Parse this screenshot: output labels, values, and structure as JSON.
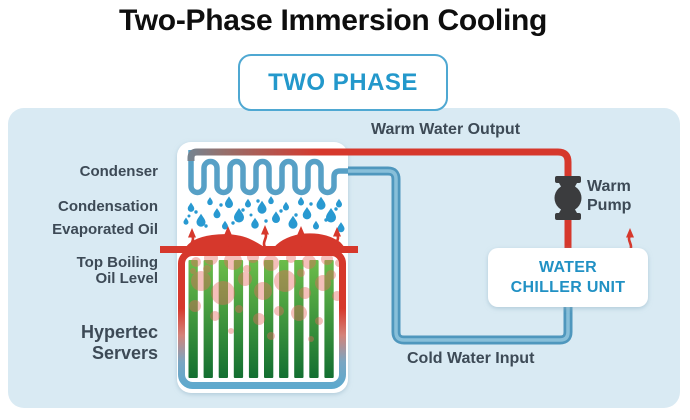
{
  "title": "Two-Phase Immersion Cooling",
  "badge": {
    "label": "TWO PHASE"
  },
  "tank_labels": {
    "condenser": "Condenser",
    "condensation": "Condensation",
    "evaporated_oil": "Evaporated Oil",
    "top_boiling_line1": "Top Boiling",
    "top_boiling_line2": "Oil Level",
    "servers_line1": "Hypertec",
    "servers_line2": "Servers"
  },
  "flow_labels": {
    "warm_output": "Warm Water Output",
    "pump_line1": "Warm",
    "pump_line2": "Pump",
    "cold_input": "Cold Water Input",
    "chiller_line1": "WATER",
    "chiller_line2": "CHILLER UNIT"
  },
  "colors": {
    "panel": "#d9eaf3",
    "warm_red": "#d6382c",
    "cold_blue": "#4f97bd",
    "coil_blue": "#57a0c6",
    "droplet_blue": "#2899d1",
    "accent_blue": "#2398cb",
    "label_slate": "#3d4a56",
    "server_green_top": "#6cbd4a",
    "server_green_bottom": "#136f31",
    "pump_dark": "#3b3c3e"
  }
}
